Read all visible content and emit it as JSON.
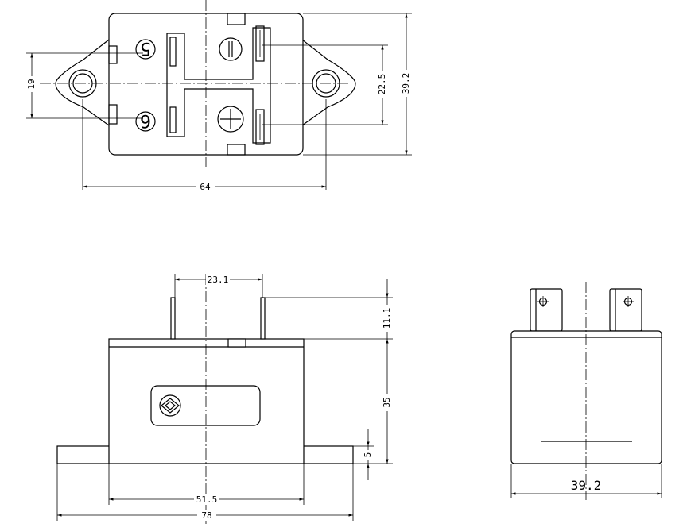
{
  "top_view": {
    "terminal_labels": [
      "5",
      "6"
    ],
    "dimensions": {
      "height_pitch": "19",
      "terminal_pitch": "22.5",
      "body_height": "39.2",
      "mount_hole_spacing": "64"
    }
  },
  "front_view": {
    "dimensions": {
      "terminal_spacing": "23.1",
      "terminal_height": "11.1",
      "body_height": "35",
      "flange_thickness": "5",
      "body_width": "51.5",
      "overall_width": "78"
    }
  },
  "side_view": {
    "dimensions": {
      "body_width": "39.2"
    }
  }
}
